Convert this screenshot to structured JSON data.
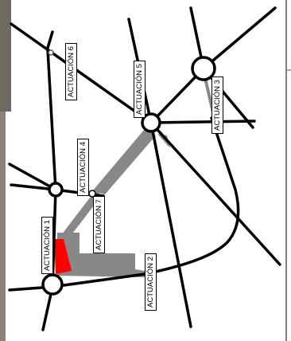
{
  "colors": {
    "background": "#ffffff",
    "road": "#000000",
    "proposed_road": "#888888",
    "highlight": "#ff0000",
    "photo_strip": "#6e6a62",
    "frame": "#555555"
  },
  "labels": [
    {
      "id": "actuacion-1",
      "text": "ACTUACIÓN 1"
    },
    {
      "id": "actuacion-2",
      "text": "ACTUACIÓN 2"
    },
    {
      "id": "actuacion-3",
      "text": "ACTUACIÓN 3"
    },
    {
      "id": "actuacion-4",
      "text": "ACTUACIÓN 4"
    },
    {
      "id": "actuacion-5",
      "text": "ACTUACIÓN 5"
    },
    {
      "id": "actuacion-6",
      "text": "ACTUACIÓN 6"
    },
    {
      "id": "actuacion-7",
      "text": "ACTUACIÓN 7"
    }
  ]
}
